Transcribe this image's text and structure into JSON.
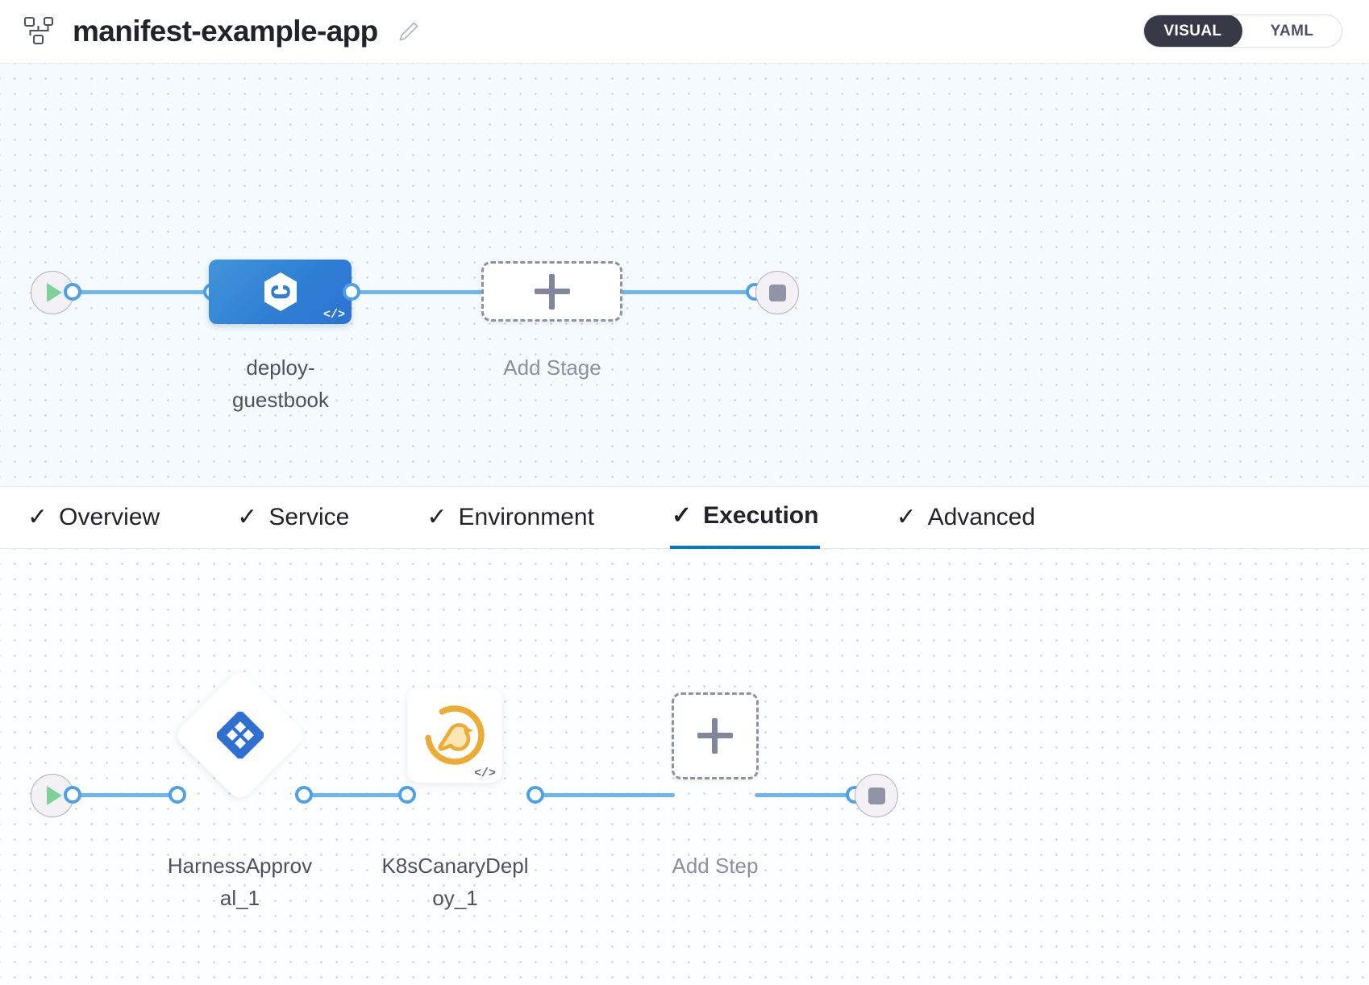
{
  "header": {
    "pipeline_icon": "pipeline-icon",
    "title": "manifest-example-app",
    "edit_icon": "edit-pencil-icon",
    "view_toggle": {
      "options": [
        "VISUAL",
        "YAML"
      ],
      "selected": "VISUAL",
      "active_bg": "#383946",
      "active_fg": "#ffffff"
    }
  },
  "stage_canvas": {
    "start_node": {
      "name": "pipeline-start",
      "icon": "play-icon"
    },
    "stages": [
      {
        "name": "deploy-guestbook",
        "label": "deploy-\nguestbook",
        "icon": "harness-hexagon-icon",
        "badge": "</>",
        "color": "#2f7fd6"
      }
    ],
    "add_stage": {
      "label": "Add Stage",
      "icon": "plus-icon"
    },
    "end_node": {
      "name": "pipeline-end",
      "icon": "stop-icon"
    },
    "edge_color": "#6db5ee",
    "background": "#f4fafd"
  },
  "tabs": [
    {
      "label": "Overview",
      "check": "✓",
      "active": false
    },
    {
      "label": "Service",
      "check": "✓",
      "active": false
    },
    {
      "label": "Environment",
      "check": "✓",
      "active": false
    },
    {
      "label": "Execution",
      "check": "✓",
      "active": true
    },
    {
      "label": "Advanced",
      "check": "✓",
      "active": false
    }
  ],
  "step_canvas": {
    "start_node": {
      "name": "execution-start",
      "icon": "play-icon"
    },
    "steps": [
      {
        "name": "HarnessApproval_1",
        "label": "HarnessApprov\nal_1",
        "icon": "harness-approval-icon",
        "shape": "diamond",
        "color": "#2f6fd0"
      },
      {
        "name": "K8sCanaryDeploy_1",
        "label": "K8sCanaryDepl\noy_1",
        "icon": "canary-bird-icon",
        "shape": "square",
        "badge": "</>",
        "color": "#eeab33"
      }
    ],
    "add_step": {
      "label": "Add Step",
      "icon": "plus-icon"
    },
    "end_node": {
      "name": "execution-end",
      "icon": "stop-icon"
    },
    "edge_color": "#6db5ee",
    "background": "#fdfeff"
  }
}
